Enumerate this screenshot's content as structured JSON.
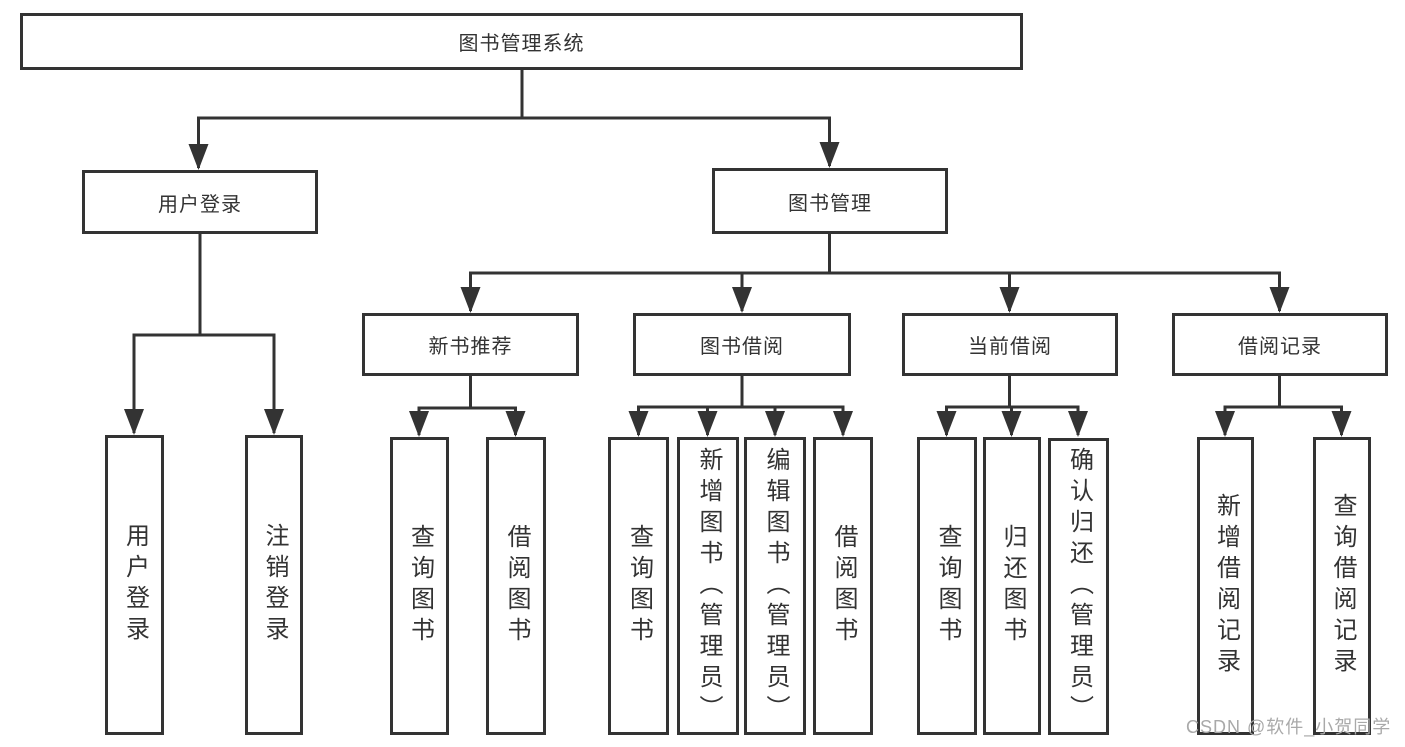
{
  "diagram_title": "图书管理系统",
  "colors": {
    "line": "#333333",
    "text": "#333333",
    "box_background": "#ffffff",
    "watermark": "#a9a9a9",
    "background": "#ffffff"
  },
  "watermark": {
    "text": "CSDN @软件_小贺同学"
  },
  "tree": {
    "root": "图书管理系统",
    "children": [
      {
        "label": "用户登录",
        "children": [
          "用户登录",
          "注销登录"
        ]
      },
      {
        "label": "图书管理",
        "children": [
          {
            "label": "新书推荐",
            "children": [
              "查询图书",
              "借阅图书"
            ]
          },
          {
            "label": "图书借阅",
            "children": [
              "查询图书",
              "新增图书（管理员）",
              "编辑图书（管理员）",
              "借阅图书"
            ]
          },
          {
            "label": "当前借阅",
            "children": [
              "查询图书",
              "归还图书",
              "确认归还（管理员）"
            ]
          },
          {
            "label": "借阅记录",
            "children": [
              "新增借阅记录",
              "查询借阅记录"
            ]
          }
        ]
      }
    ]
  }
}
